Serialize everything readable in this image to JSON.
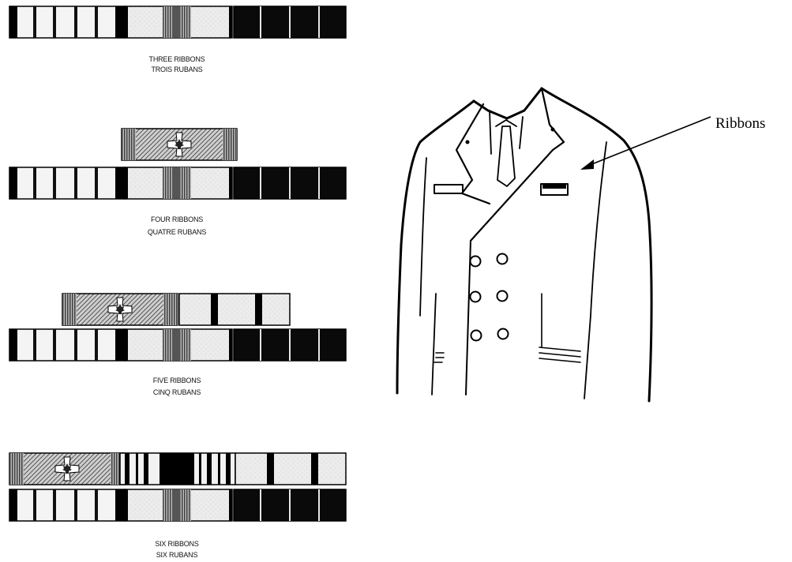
{
  "groups": [
    {
      "caption_en": "THREE RIBBONS",
      "caption_fr": "TROIS RUBANS"
    },
    {
      "caption_en": "FOUR RIBBONS",
      "caption_fr": "QUATRE RUBANS"
    },
    {
      "caption_en": "FIVE RIBBONS",
      "caption_fr": "CINQ RUBANS"
    },
    {
      "caption_en": "SIX RIBBONS",
      "caption_fr": "SIX RUBANS"
    }
  ],
  "callout": {
    "label": "Ribbons"
  },
  "icons": {
    "medal_emblem": "maple-leaf-cross-icon"
  },
  "colors": {
    "ink": "#000000",
    "hatch": "#555555",
    "paper": "#ffffff"
  }
}
